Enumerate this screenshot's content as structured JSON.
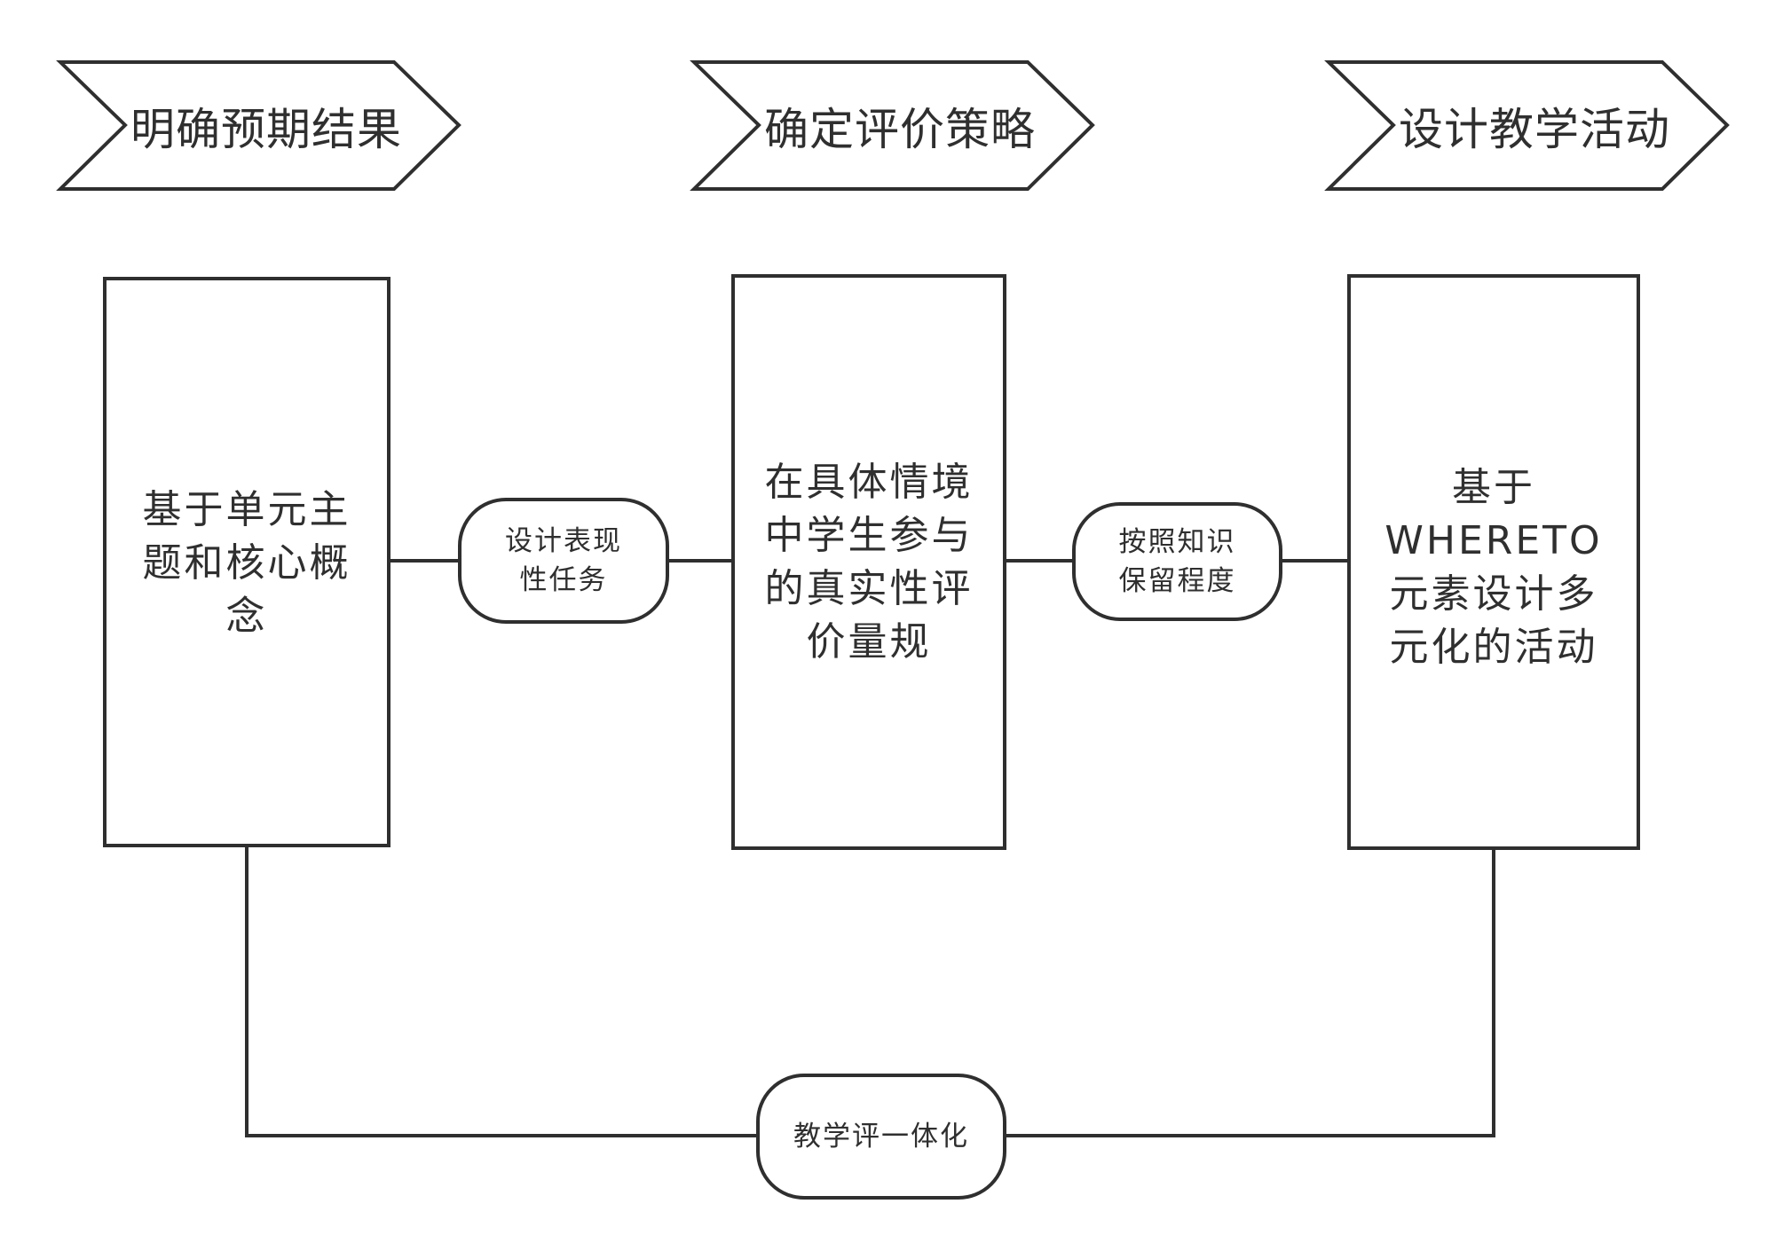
{
  "stages": [
    {
      "label": "明确预期结果"
    },
    {
      "label": "确定评价策略"
    },
    {
      "label": "设计教学活动"
    }
  ],
  "boxes": [
    {
      "text": "基于单元主\n题和核心概\n念"
    },
    {
      "text": "在具体情境\n中学生参与\n的真实性评\n价量规"
    },
    {
      "text": "基于WHERETO\n元素设计多\n元化的活动"
    }
  ],
  "connectors": [
    {
      "text": "设计表现\n性任务"
    },
    {
      "text": "按照知识\n保留程度"
    }
  ],
  "bottom_connector": {
    "text": "教学评一体化"
  },
  "colors": {
    "stroke": "#2f2f2f",
    "fill": "#ffffff",
    "text": "#2f2f2f"
  }
}
